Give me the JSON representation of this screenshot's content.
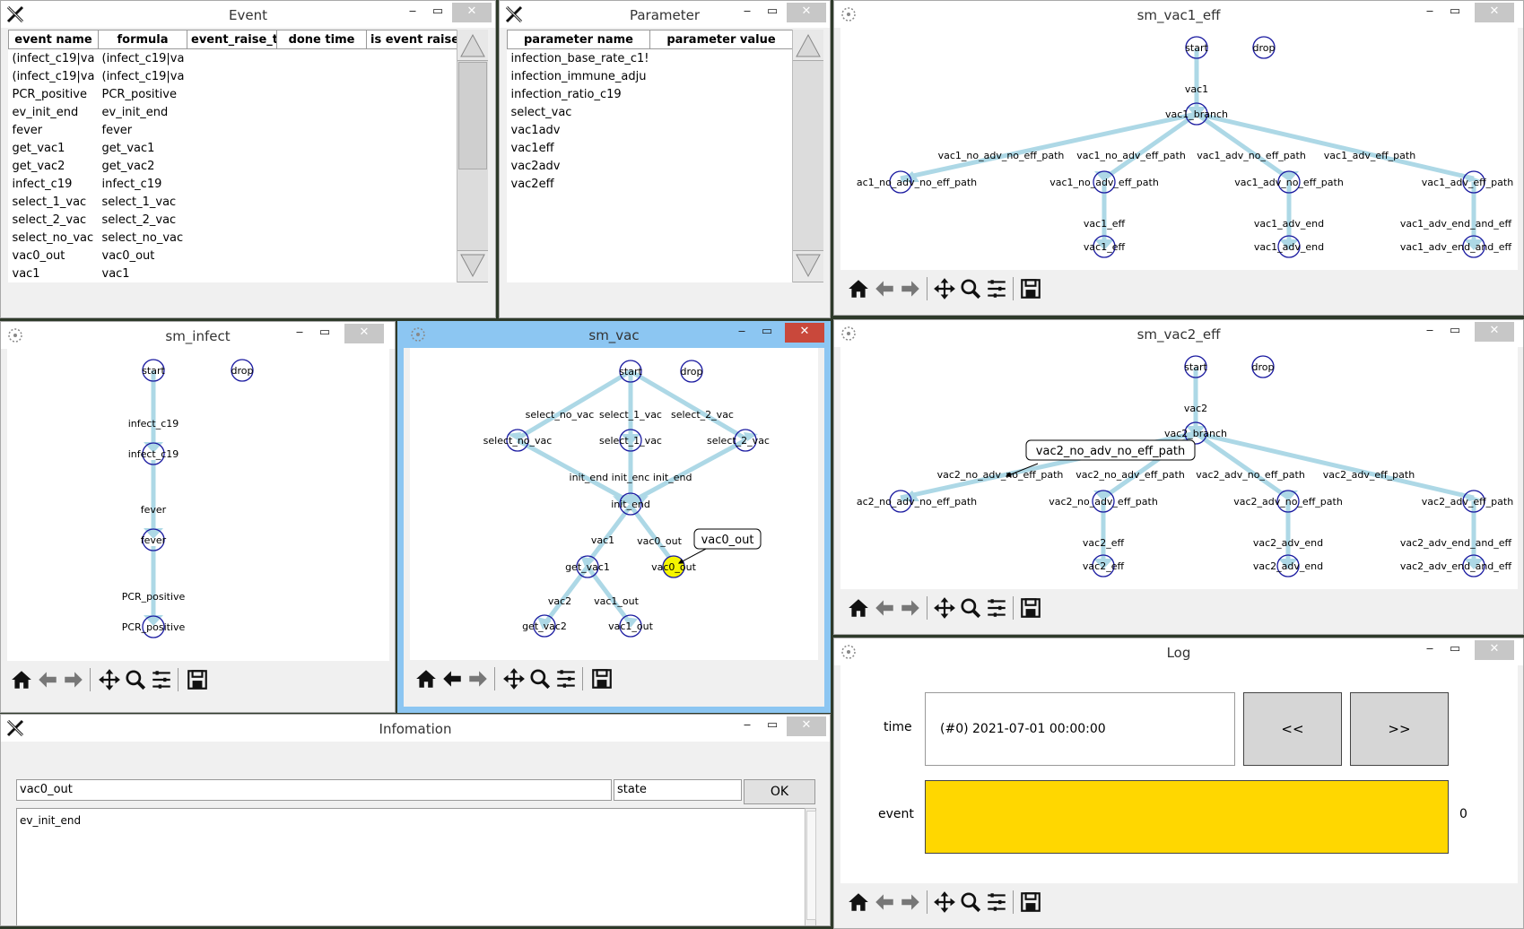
{
  "windows": {
    "event": {
      "title": "Event"
    },
    "parameter": {
      "title": "Parameter"
    },
    "sm_vac1_eff": {
      "title": "sm_vac1_eff"
    },
    "sm_infect": {
      "title": "sm_infect"
    },
    "sm_vac": {
      "title": "sm_vac"
    },
    "sm_vac2_eff": {
      "title": "sm_vac2_eff"
    },
    "log": {
      "title": "Log"
    },
    "information": {
      "title": "Infomation"
    }
  },
  "event_table": {
    "columns": [
      "event name",
      "formula",
      "event_raise_ti",
      "done time",
      "is event raise f"
    ],
    "rows": [
      [
        "(infect_c19|va",
        "(infect_c19|va"
      ],
      [
        "(infect_c19|va",
        "(infect_c19|va"
      ],
      [
        "PCR_positive",
        "PCR_positive"
      ],
      [
        "ev_init_end",
        "ev_init_end"
      ],
      [
        "fever",
        "fever"
      ],
      [
        "get_vac1",
        "get_vac1"
      ],
      [
        "get_vac2",
        "get_vac2"
      ],
      [
        "infect_c19",
        "infect_c19"
      ],
      [
        "select_1_vac",
        "select_1_vac"
      ],
      [
        "select_2_vac",
        "select_2_vac"
      ],
      [
        "select_no_vac",
        "select_no_vac"
      ],
      [
        "vac0_out",
        "vac0_out"
      ],
      [
        "vac1",
        "vac1"
      ]
    ]
  },
  "parameter_table": {
    "columns": [
      "parameter name",
      "parameter value"
    ],
    "rows": [
      "infection_base_rate_c1!",
      "infection_immune_adju",
      "infection_ratio_c19",
      "select_vac",
      "vac1adv",
      "vac1eff",
      "vac2adv",
      "vac2eff"
    ]
  },
  "graph_vac1": {
    "labels": {
      "start": "start",
      "drop": "drop",
      "edge_vac1": "vac1",
      "vac1_branch": "vac1_branch",
      "e1": "vac1_no_adv_no_eff_path",
      "e2": "vac1_no_adv_eff_path",
      "e3": "vac1_adv_no_eff_path",
      "e4": "vac1_adv_eff_path",
      "n1": "ac1_no_adv_no_eff_path",
      "n2": "vac1_no_adv_eff_path",
      "n3": "vac1_adv_no_eff_path",
      "n4": "vac1_adv_eff_path",
      "e5": "vac1_eff",
      "e6": "vac1_adv_end",
      "e7": "vac1_adv_end_and_eff",
      "n5": "vac1_eff",
      "n6": "vac1_adv_end",
      "n7": "vac1_adv_end_and_eff"
    }
  },
  "graph_vac2": {
    "labels": {
      "start": "start",
      "drop": "drop",
      "edge_vac2": "vac2",
      "vac2_branch": "vac2_branch",
      "e1": "vac2_no_adv_no_eff_path",
      "e2": "vac2_no_adv_eff_path",
      "e3": "vac2_adv_no_eff_path",
      "e4": "vac2_adv_eff_path",
      "n1": "ac2_no_adv_no_eff_path",
      "n2": "vac2_no_adv_eff_path",
      "n3": "vac2_adv_no_eff_path",
      "n4": "vac2_adv_eff_path",
      "e5": "vac2_eff",
      "e6": "vac2_adv_end",
      "e7": "vac2_adv_end_and_eff",
      "n5": "vac2_eff",
      "n6": "vac2_adv_end",
      "n7": "vac2_adv_end_and_eff",
      "tooltip": "vac2_no_adv_no_eff_path"
    }
  },
  "graph_infect": {
    "labels": {
      "start": "start",
      "drop": "drop",
      "e1": "infect_c19",
      "n1": "infect_c19",
      "e2": "fever",
      "n2": "fever",
      "e3": "PCR_positive",
      "n3": "PCR_positive"
    }
  },
  "graph_vac": {
    "labels": {
      "start": "start",
      "drop": "drop",
      "e1": "select_no_vac",
      "e2": "select_1_vac",
      "e3": "select_2_vac",
      "n1": "select_no_vac",
      "n2": "select_1_vac",
      "n3": "select_2_vac",
      "e4": "init_end init_enc init_end",
      "n4": "init_end",
      "e5": "vac1",
      "e6": "vac0_out",
      "n5": "get_vac1",
      "n6": "vac0_out",
      "e7": "vac2",
      "e8": "vac1_out",
      "n7": "get_vac2",
      "n8": "vac1_out",
      "tooltip": "vac0_out"
    },
    "highlight_color": "#f5f500"
  },
  "information": {
    "name_value": "vac0_out",
    "state_value": "state",
    "ok_label": "OK",
    "text": "ev_init_end"
  },
  "log": {
    "time_label": "time",
    "time_value": "(#0) 2021-07-01 00:00:00",
    "prev_label": "<<",
    "next_label": ">>",
    "event_label": "event",
    "event_count": "0",
    "event_color": "#ffd700"
  },
  "icons": [
    "home-icon",
    "back-icon",
    "forward-icon",
    "pan-icon",
    "zoom-icon",
    "configure-icon",
    "save-icon"
  ]
}
